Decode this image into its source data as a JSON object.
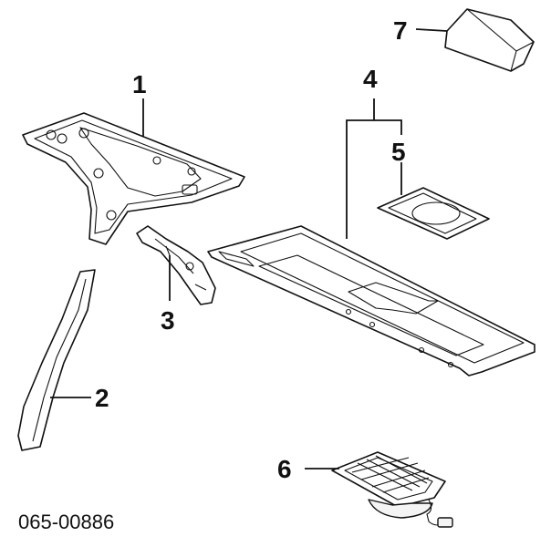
{
  "diagram": {
    "callouts": {
      "c1": "1",
      "c2": "2",
      "c3": "3",
      "c4": "4",
      "c5": "5",
      "c6": "6",
      "c7": "7"
    },
    "part_number": "065-00886"
  }
}
